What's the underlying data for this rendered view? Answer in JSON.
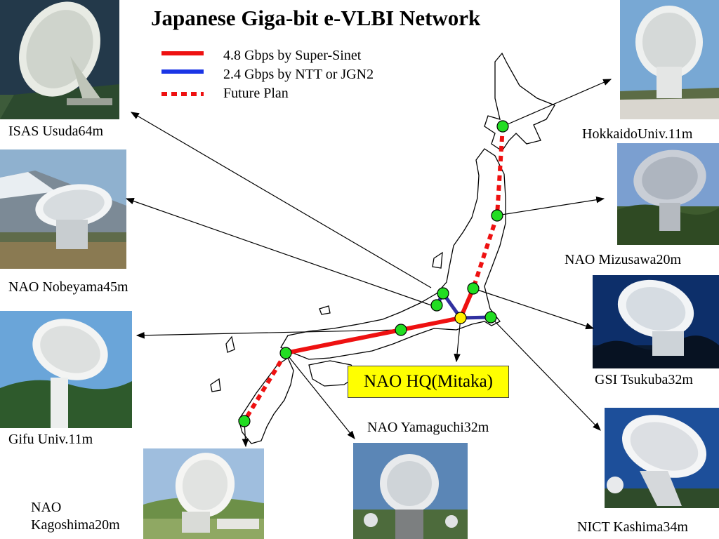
{
  "title": "Japanese Giga-bit e-VLBI Network",
  "legend": [
    {
      "label": "4.8 Gbps by Super-Sinet",
      "color": "#ee1111",
      "style": "solid"
    },
    {
      "label": "2.4 Gbps by NTT or JGN2",
      "color": "#1a35e6",
      "style": "solid"
    },
    {
      "label": "Future Plan",
      "color": "#ee1111",
      "style": "dotted"
    }
  ],
  "hub": {
    "label": "NAO HQ(Mitaka)",
    "color": "#ffff00"
  },
  "stations": [
    {
      "id": "usuda",
      "label": "ISAS Usuda64m"
    },
    {
      "id": "nobeyama",
      "label": "NAO Nobeyama45m"
    },
    {
      "id": "gifu",
      "label": "Gifu Univ.11m"
    },
    {
      "id": "kagoshima",
      "label_line1": "NAO",
      "label_line2": "Kagoshima20m"
    },
    {
      "id": "yamaguchi",
      "label": "NAO Yamaguchi32m"
    },
    {
      "id": "hokkaido",
      "label": "HokkaidoUniv.11m"
    },
    {
      "id": "mizusawa",
      "label": "NAO Mizusawa20m"
    },
    {
      "id": "tsukuba",
      "label": "GSI Tsukuba32m"
    },
    {
      "id": "kashima",
      "label": "NICT Kashima34m"
    }
  ],
  "colors": {
    "node": "#22dd22",
    "hub_node": "#ffee00",
    "super_sinet": "#ee1111",
    "ntt_jgn2": "#3030a0"
  }
}
